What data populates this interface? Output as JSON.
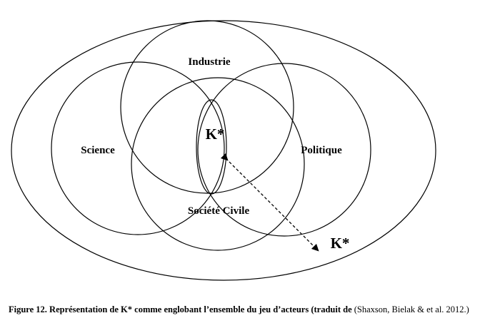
{
  "diagram": {
    "labels": {
      "industrie": "Industrie",
      "science": "Science",
      "politique": "Politique",
      "societe_civile": "Société Civile",
      "kstar_center": "K*",
      "kstar_outer": "K*"
    }
  },
  "caption": {
    "bold_part": "Figure 12. Représentation de K* comme englobant l’ensemble du jeu d’acteurs (traduit de",
    "regular_part": " (Shaxson, Bielak & et al. 2012.)"
  }
}
